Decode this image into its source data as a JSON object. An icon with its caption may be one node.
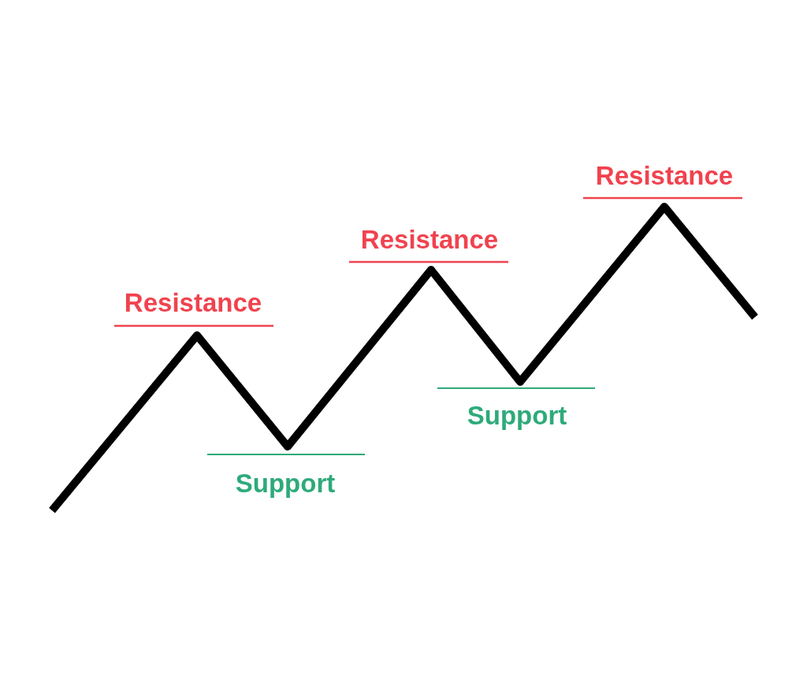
{
  "diagram": {
    "labels": [
      "Resistance",
      "Support",
      "Resistance",
      "Support",
      "Resistance"
    ]
  }
}
